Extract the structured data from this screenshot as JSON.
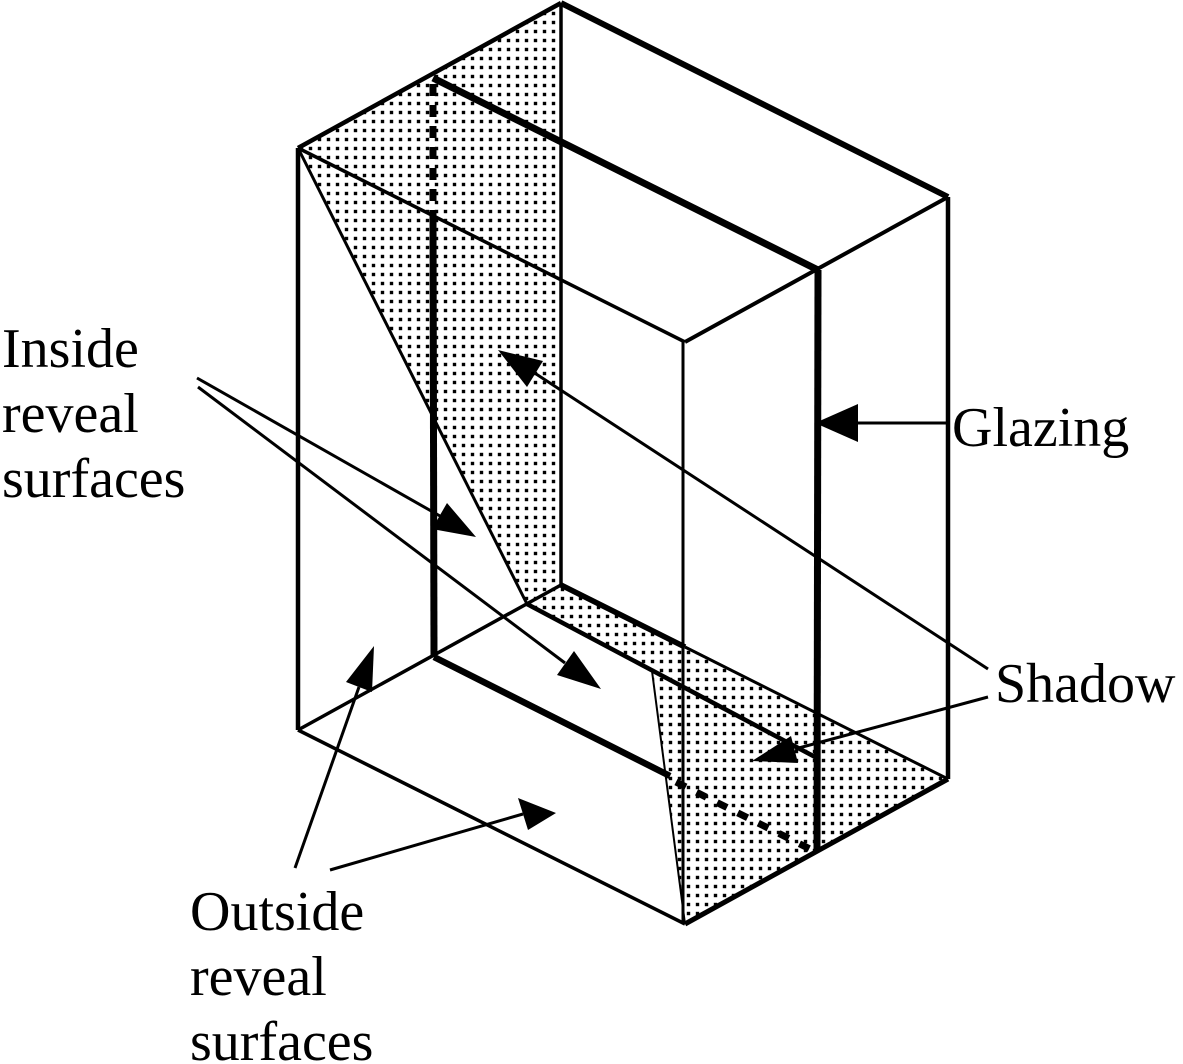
{
  "diagram": {
    "labels": {
      "inside_reveal": {
        "line1": "Inside",
        "line2": "reveal",
        "line3": "surfaces"
      },
      "outside_reveal": {
        "line1": "Outside",
        "line2": "reveal",
        "line3": "surfaces"
      },
      "glazing": {
        "text": "Glazing"
      },
      "shadow": {
        "text": "Shadow"
      }
    },
    "colors": {
      "ink": "#000000",
      "background": "#ffffff"
    }
  }
}
